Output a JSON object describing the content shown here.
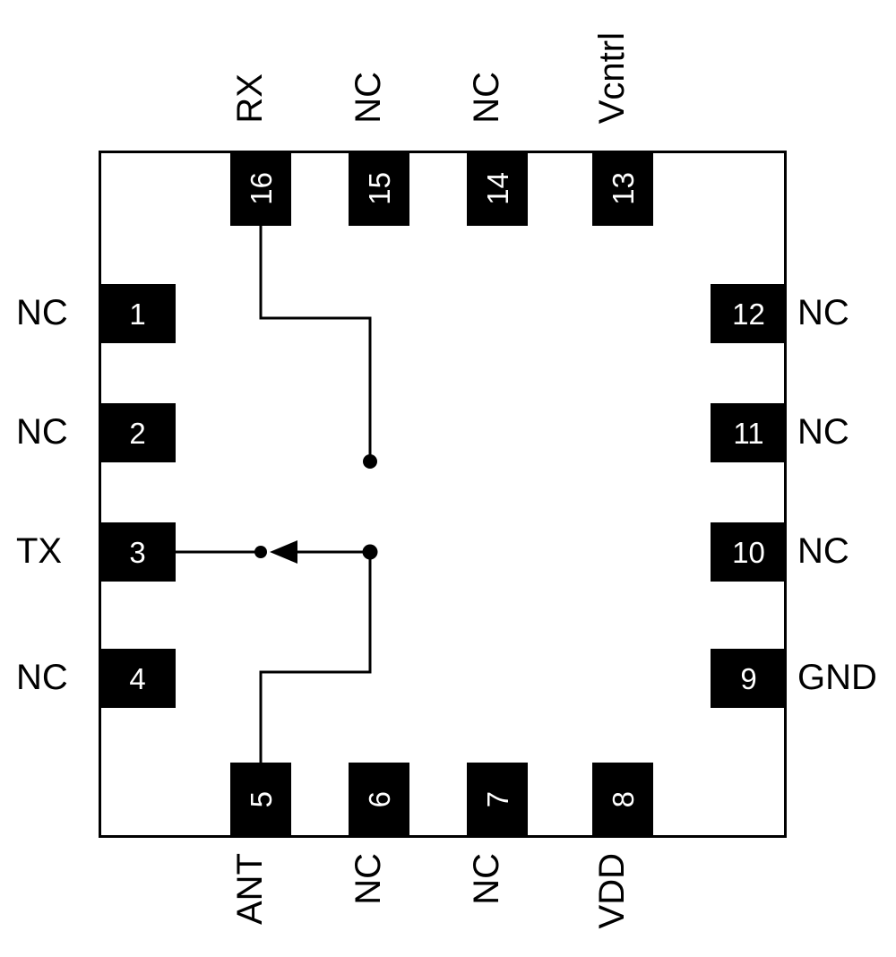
{
  "diagram": {
    "type": "IC package pinout, 16-pin QFN with internal SPDT switch symbol",
    "colors": {
      "pad": "#000000",
      "line": "#000000",
      "text": "#000000",
      "pin_number_text": "#ffffff",
      "background": "#ffffff"
    },
    "switch": {
      "pole": "ANT",
      "throws": [
        "TX",
        "RX"
      ],
      "arrow_points_to": "TX"
    }
  },
  "pins": [
    {
      "number": "1",
      "name": "NC",
      "side": "left"
    },
    {
      "number": "2",
      "name": "NC",
      "side": "left"
    },
    {
      "number": "3",
      "name": "TX",
      "side": "left"
    },
    {
      "number": "4",
      "name": "NC",
      "side": "left"
    },
    {
      "number": "5",
      "name": "ANT",
      "side": "bottom"
    },
    {
      "number": "6",
      "name": "NC",
      "side": "bottom"
    },
    {
      "number": "7",
      "name": "NC",
      "side": "bottom"
    },
    {
      "number": "8",
      "name": "VDD",
      "side": "bottom"
    },
    {
      "number": "9",
      "name": "GND",
      "side": "right"
    },
    {
      "number": "10",
      "name": "NC",
      "side": "right"
    },
    {
      "number": "11",
      "name": "NC",
      "side": "right"
    },
    {
      "number": "12",
      "name": "NC",
      "side": "right"
    },
    {
      "number": "13",
      "name": "Vcntrl",
      "side": "top"
    },
    {
      "number": "14",
      "name": "NC",
      "side": "top"
    },
    {
      "number": "15",
      "name": "NC",
      "side": "top"
    },
    {
      "number": "16",
      "name": "RX",
      "side": "top"
    }
  ]
}
